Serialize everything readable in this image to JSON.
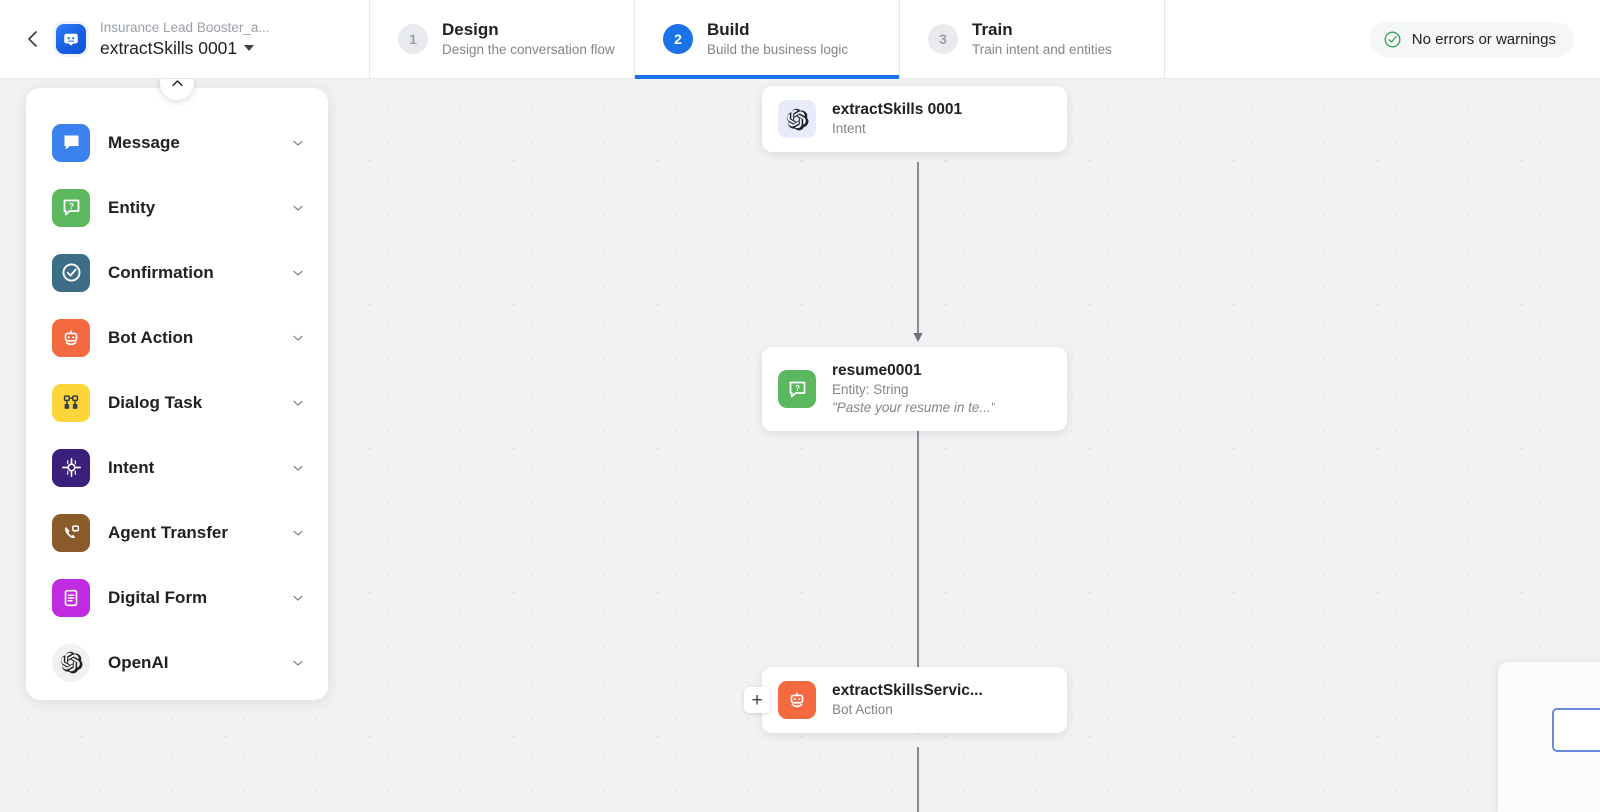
{
  "header": {
    "back_icon": "chevron-left-icon",
    "logo_icon": "bot-logo-icon",
    "bot_name": "Insurance Lead Booster_a...",
    "task_name": "extractSkills 0001",
    "steps": [
      {
        "num": "1",
        "title": "Design",
        "subtitle": "Design the conversation flow",
        "active": false
      },
      {
        "num": "2",
        "title": "Build",
        "subtitle": "Build the business logic",
        "active": true
      },
      {
        "num": "3",
        "title": "Train",
        "subtitle": "Train intent and entities",
        "active": false
      }
    ],
    "status": {
      "icon": "check-circle-icon",
      "text": "No errors or warnings",
      "color": "#34a853"
    }
  },
  "palette": {
    "collapse_icon": "chevron-up-icon",
    "items": [
      {
        "label": "Message",
        "icon": "message-bubble-icon",
        "color": "#3b82ef",
        "chevron": "chevron-down-icon"
      },
      {
        "label": "Entity",
        "icon": "entity-question-icon",
        "color": "#5cb85f",
        "chevron": "chevron-down-icon"
      },
      {
        "label": "Confirmation",
        "icon": "check-circle-icon",
        "color": "#3d6e87",
        "chevron": "chevron-down-icon"
      },
      {
        "label": "Bot Action",
        "icon": "robot-icon",
        "color": "#f4693f",
        "chevron": "chevron-down-icon"
      },
      {
        "label": "Dialog Task",
        "icon": "dialog-nodes-icon",
        "color": "#fbd53a",
        "chevron": "chevron-down-icon"
      },
      {
        "label": "Intent",
        "icon": "target-icon",
        "color": "#3b1f7a",
        "chevron": "chevron-down-icon"
      },
      {
        "label": "Agent Transfer",
        "icon": "phone-transfer-icon",
        "color": "#8b5a2b",
        "chevron": "chevron-down-icon"
      },
      {
        "label": "Digital Form",
        "icon": "form-document-icon",
        "color": "#c02ae0",
        "chevron": "chevron-down-icon"
      },
      {
        "label": "OpenAI",
        "icon": "openai-icon",
        "color": "#f1f1f1",
        "chevron": "chevron-down-icon"
      }
    ]
  },
  "flow": {
    "nodes": [
      {
        "title": "extractSkills 0001",
        "subtitle": "Intent",
        "quote": "",
        "icon": "openai-icon",
        "color": "#e8ebfb"
      },
      {
        "title": "resume0001",
        "subtitle": "Entity: String",
        "quote": "\"Paste your resume in te...\"",
        "icon": "entity-question-icon",
        "color": "#5cb85f"
      },
      {
        "title": "extractSkillsServic...",
        "subtitle": "Bot Action",
        "quote": "",
        "icon": "robot-icon",
        "color": "#f4693f",
        "add_label": "+"
      }
    ]
  }
}
